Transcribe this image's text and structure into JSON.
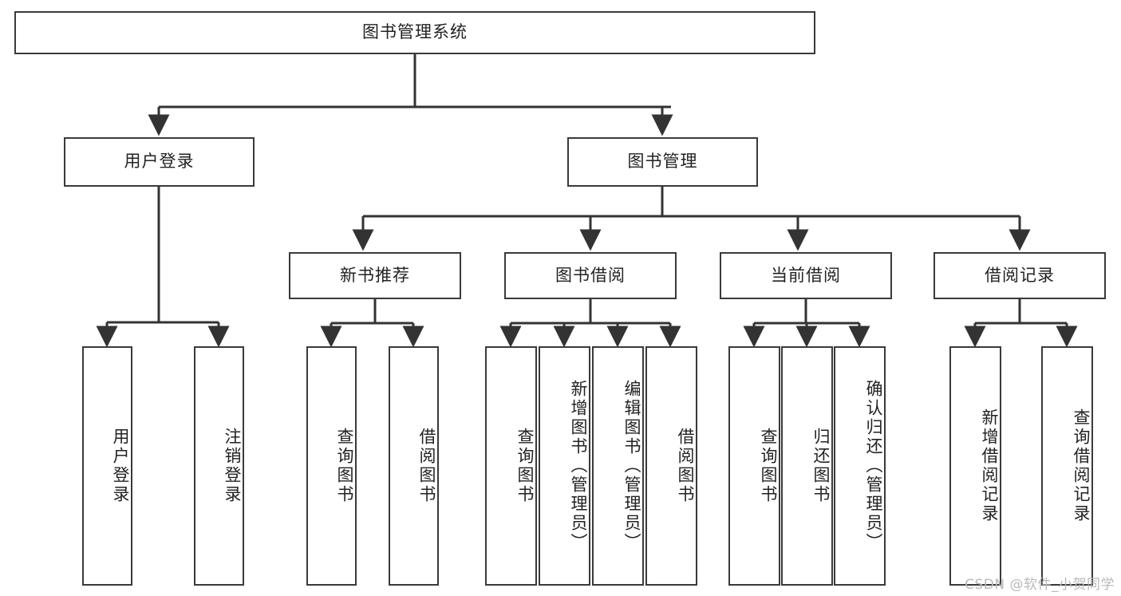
{
  "diagram": {
    "title_node": {
      "label": "图书管理系统"
    },
    "level1": [
      {
        "id": "user-login",
        "label": "用户登录"
      },
      {
        "id": "book-management",
        "label": "图书管理"
      }
    ],
    "level2": [
      {
        "id": "new-book-recommend",
        "label": "新书推荐"
      },
      {
        "id": "book-borrow",
        "label": "图书借阅"
      },
      {
        "id": "current-borrow",
        "label": "当前借阅"
      },
      {
        "id": "borrow-record",
        "label": "借阅记录"
      }
    ],
    "leaves": {
      "user_login": [
        {
          "id": "leaf-user-login",
          "label": "用户登录"
        },
        {
          "id": "leaf-logout-login",
          "label": "注销登录"
        }
      ],
      "new_book_recommend": [
        {
          "id": "leaf-query-book-1",
          "label": "查询图书"
        },
        {
          "id": "leaf-borrow-book-1",
          "label": "借阅图书"
        }
      ],
      "book_borrow": [
        {
          "id": "leaf-query-book-2",
          "label": "查询图书"
        },
        {
          "id": "leaf-add-book",
          "label": "新增图书（管理员）"
        },
        {
          "id": "leaf-edit-book",
          "label": "编辑图书（管理员）"
        },
        {
          "id": "leaf-borrow-book-2",
          "label": "借阅图书"
        }
      ],
      "current_borrow": [
        {
          "id": "leaf-query-book-3",
          "label": "查询图书"
        },
        {
          "id": "leaf-return-book",
          "label": "归还图书"
        },
        {
          "id": "leaf-confirm-return",
          "label": "确认归还（管理员）"
        }
      ],
      "borrow_record": [
        {
          "id": "leaf-add-record",
          "label": "新增借阅记录"
        },
        {
          "id": "leaf-query-record",
          "label": "查询借阅记录"
        }
      ]
    },
    "watermark": "CSDN @软件_小贺同学",
    "colors": {
      "box_border": "#3a3a3a",
      "box_fill": "#ffffff",
      "edge": "#333333",
      "text": "#222222",
      "watermark": "#b9b9b9"
    }
  }
}
